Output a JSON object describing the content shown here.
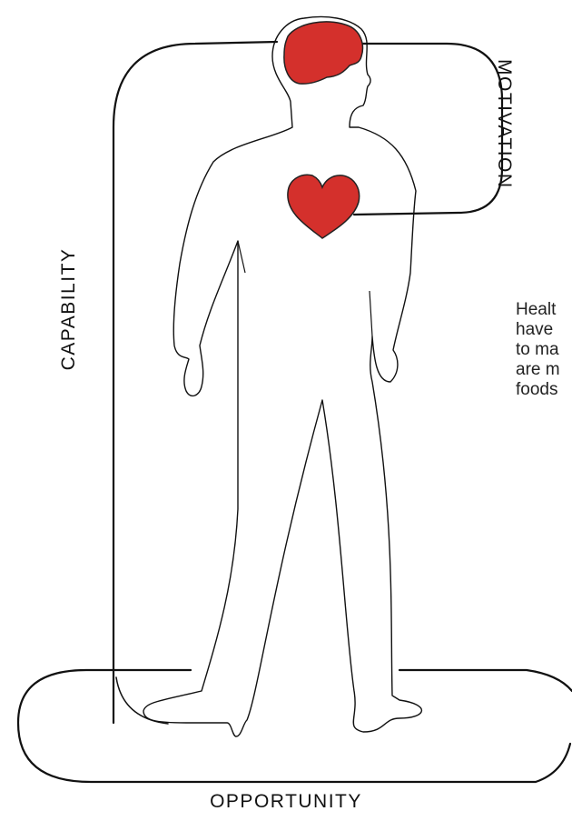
{
  "labels": {
    "motivation": "MOTIVATION",
    "capability": "CAPABILITY",
    "opportunity": "OPPORTUNITY"
  },
  "caption": {
    "lines": [
      "Healt",
      "have",
      "to ma",
      "are m",
      "foods"
    ]
  },
  "colors": {
    "organ": "#d4302c",
    "ink": "#111111",
    "background": "#ffffff"
  },
  "icons": {
    "brain": "brain-icon",
    "heart": "heart-icon"
  }
}
